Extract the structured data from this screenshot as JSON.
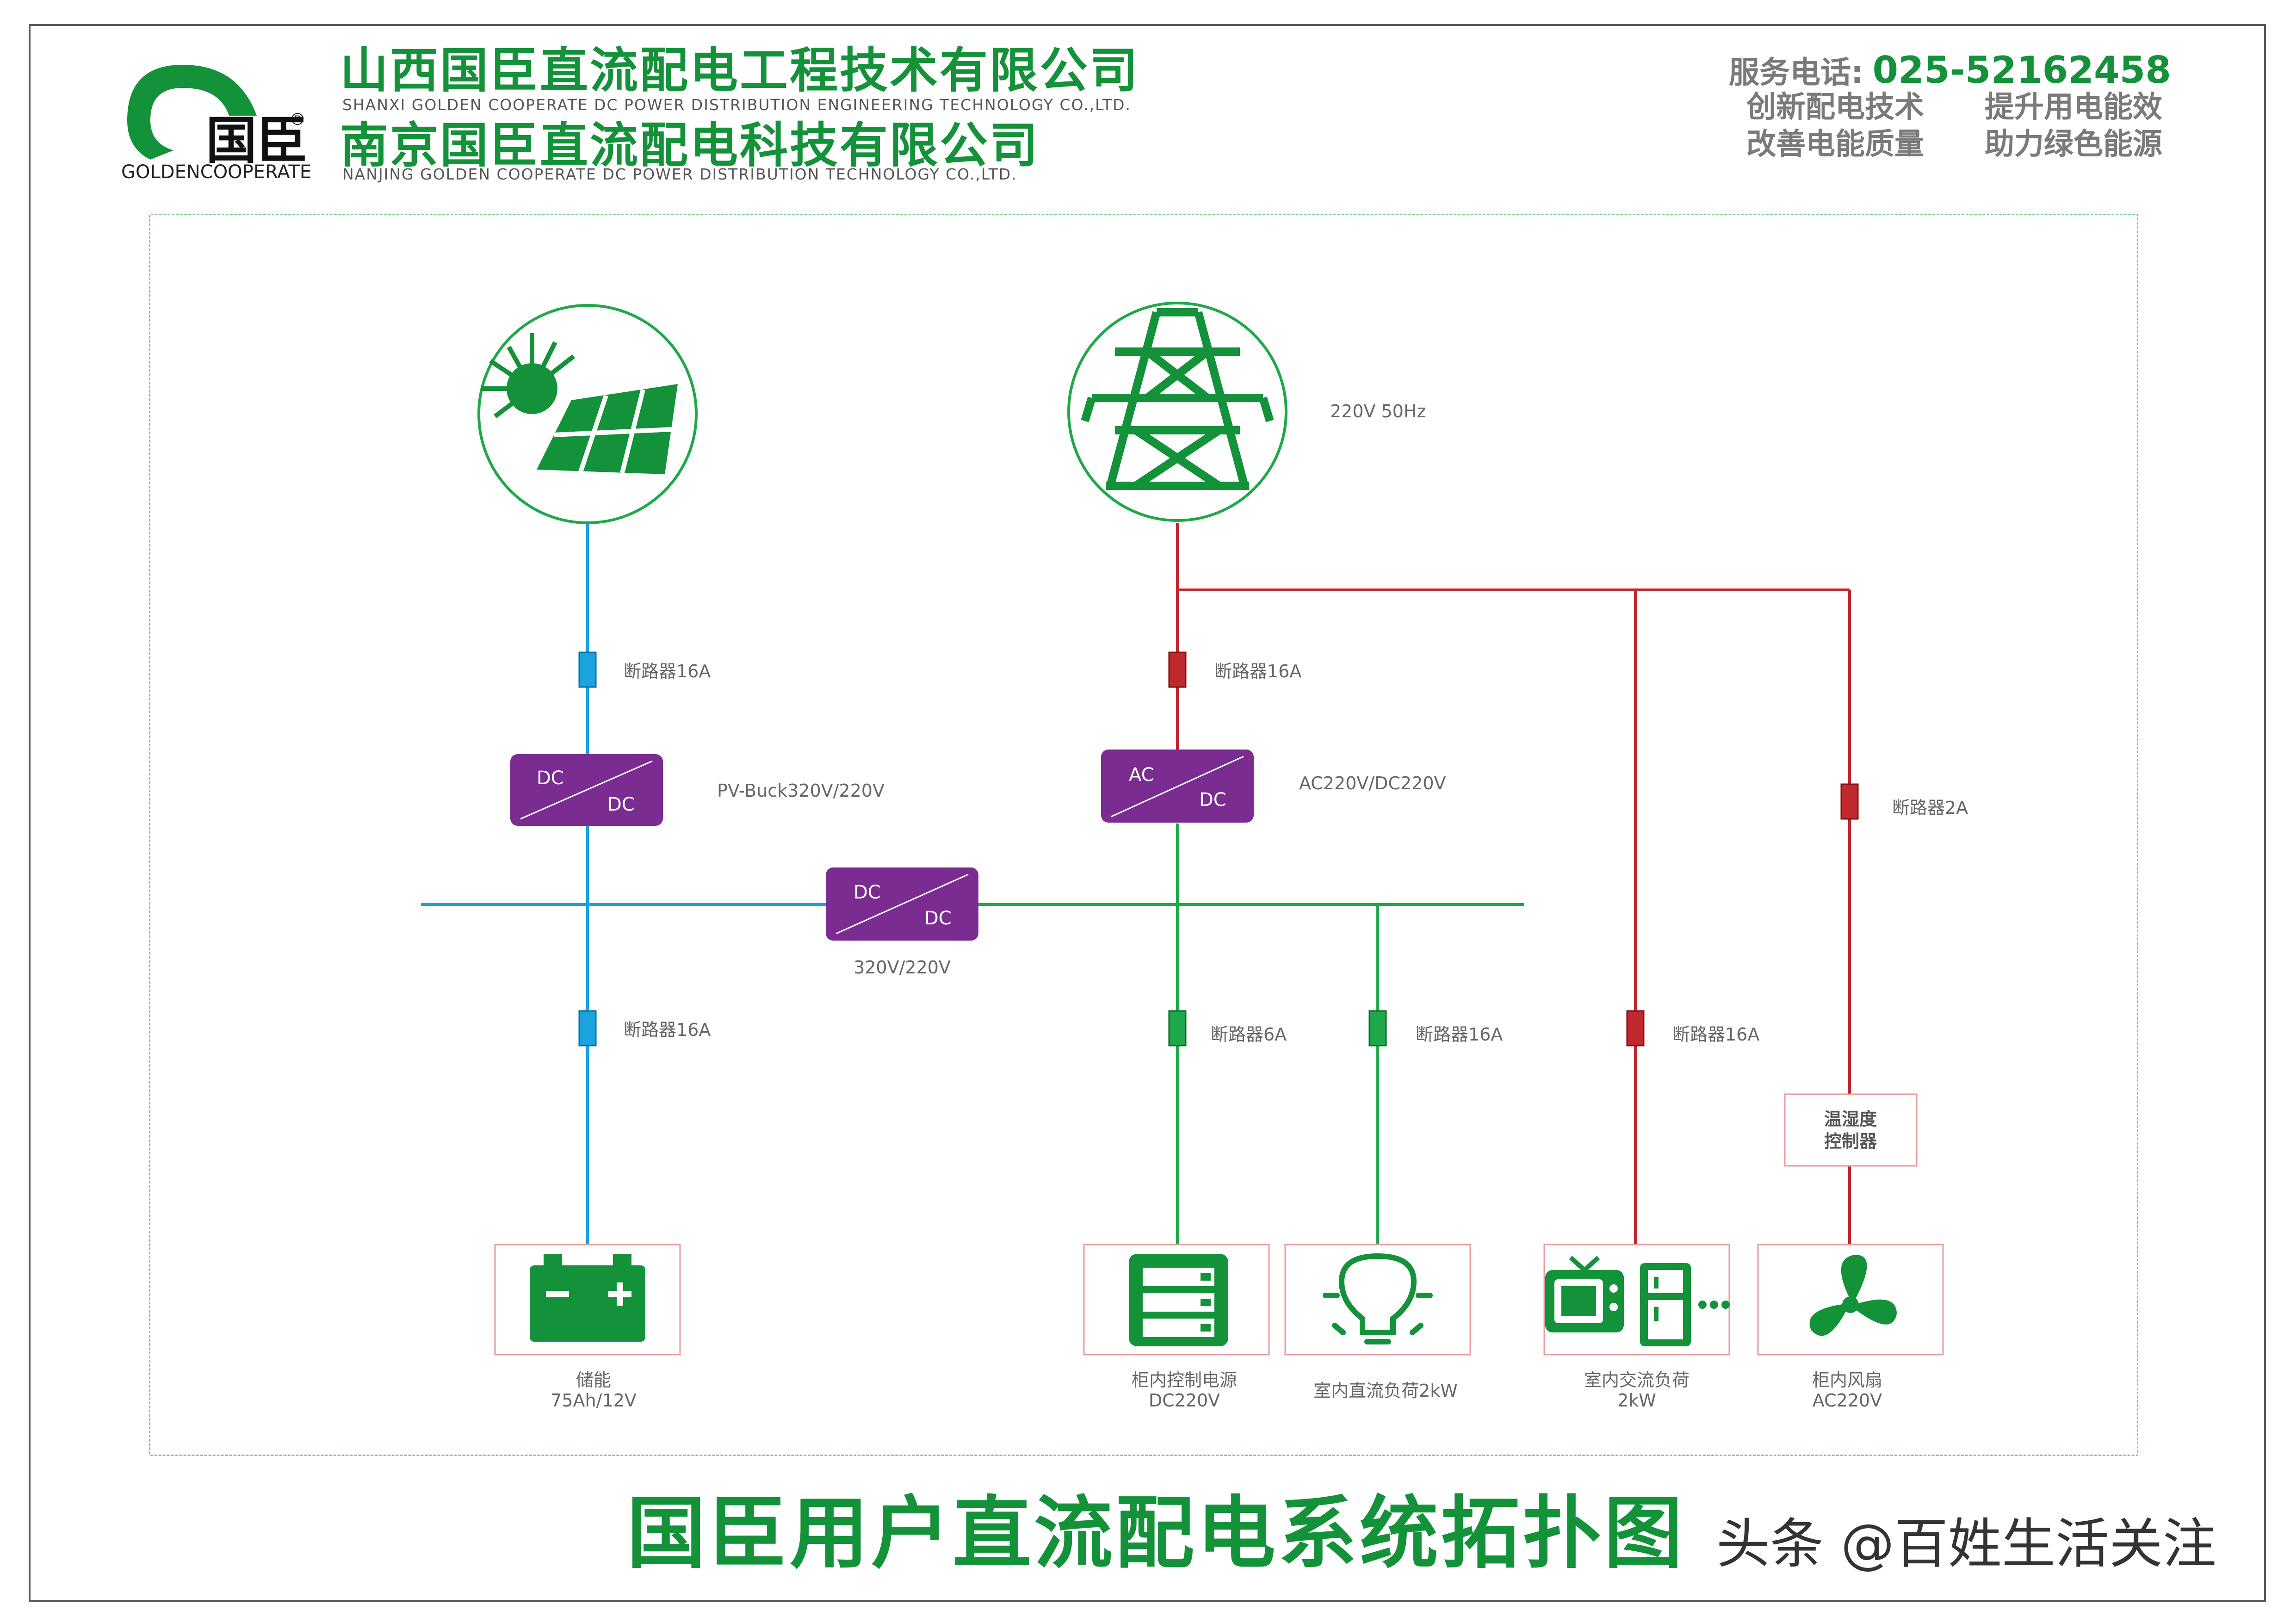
{
  "header": {
    "company_cn_1": "山西国臣直流配电工程技术有限公司",
    "company_en_1": "SHANXI GOLDEN COOPERATE DC POWER DISTRIBUTION ENGINEERING TECHNOLOGY CO.,LTD.",
    "company_cn_2": "南京国臣直流配电科技有限公司",
    "company_en_2": "NANJING GOLDEN COOPERATE DC POWER DISTRIBUTION TECHNOLOGY CO.,LTD.",
    "logo_cn": "国臣",
    "logo_en": "GOLDENCOOPERATE",
    "logo_mark": "®",
    "hotline_label": "服务电话:",
    "hotline_number": "025-52162458",
    "slogans": [
      "创新配电技术",
      "提升用电能效",
      "改善电能质量",
      "助力绿色能源"
    ]
  },
  "colors": {
    "brand_green": "#14923a",
    "dc_blue": "#1aa3e0",
    "ac_red": "#c0282e",
    "dc_green": "#1fa84a",
    "converter_purple": "#7b2c91"
  },
  "diagram": {
    "grid_label": "220V 50Hz",
    "pv_breaker": "断路器16A",
    "grid_breaker": "断路器16A",
    "pv_converter": {
      "top": "DC",
      "bottom": "DC",
      "label": "PV-Buck320V/220V"
    },
    "grid_converter": {
      "top": "AC",
      "bottom": "DC",
      "label": "AC220V/DC220V"
    },
    "bus_converter": {
      "top": "DC",
      "bottom": "DC",
      "label": "320V/220V"
    },
    "battery_breaker": "断路器16A",
    "cabinet_power_breaker": "断路器6A",
    "dc_load_breaker": "断路器16A",
    "ac_load_breaker": "断路器16A",
    "fan_breaker": "断路器2A",
    "controller": {
      "line1": "温湿度",
      "line2": "控制器"
    },
    "loads": {
      "battery": {
        "name": "储能",
        "spec": "75Ah/12V"
      },
      "cabinet_power": {
        "name": "柜内控制电源",
        "spec": "DC220V"
      },
      "dc_load": {
        "name": "室内直流负荷2kW"
      },
      "ac_load": {
        "name": "室内交流负荷",
        "spec": "2kW"
      },
      "fan": {
        "name": "柜内风扇",
        "spec": "AC220V"
      }
    }
  },
  "title": "国臣用户直流配电系统拓扑图",
  "watermark": "头条 @百姓生活关注",
  "icons": [
    "logo-icon",
    "solar-panel-icon",
    "power-tower-icon",
    "battery-icon",
    "server-cabinet-icon",
    "light-bulb-icon",
    "tv-icon",
    "fridge-icon",
    "fan-icon"
  ]
}
